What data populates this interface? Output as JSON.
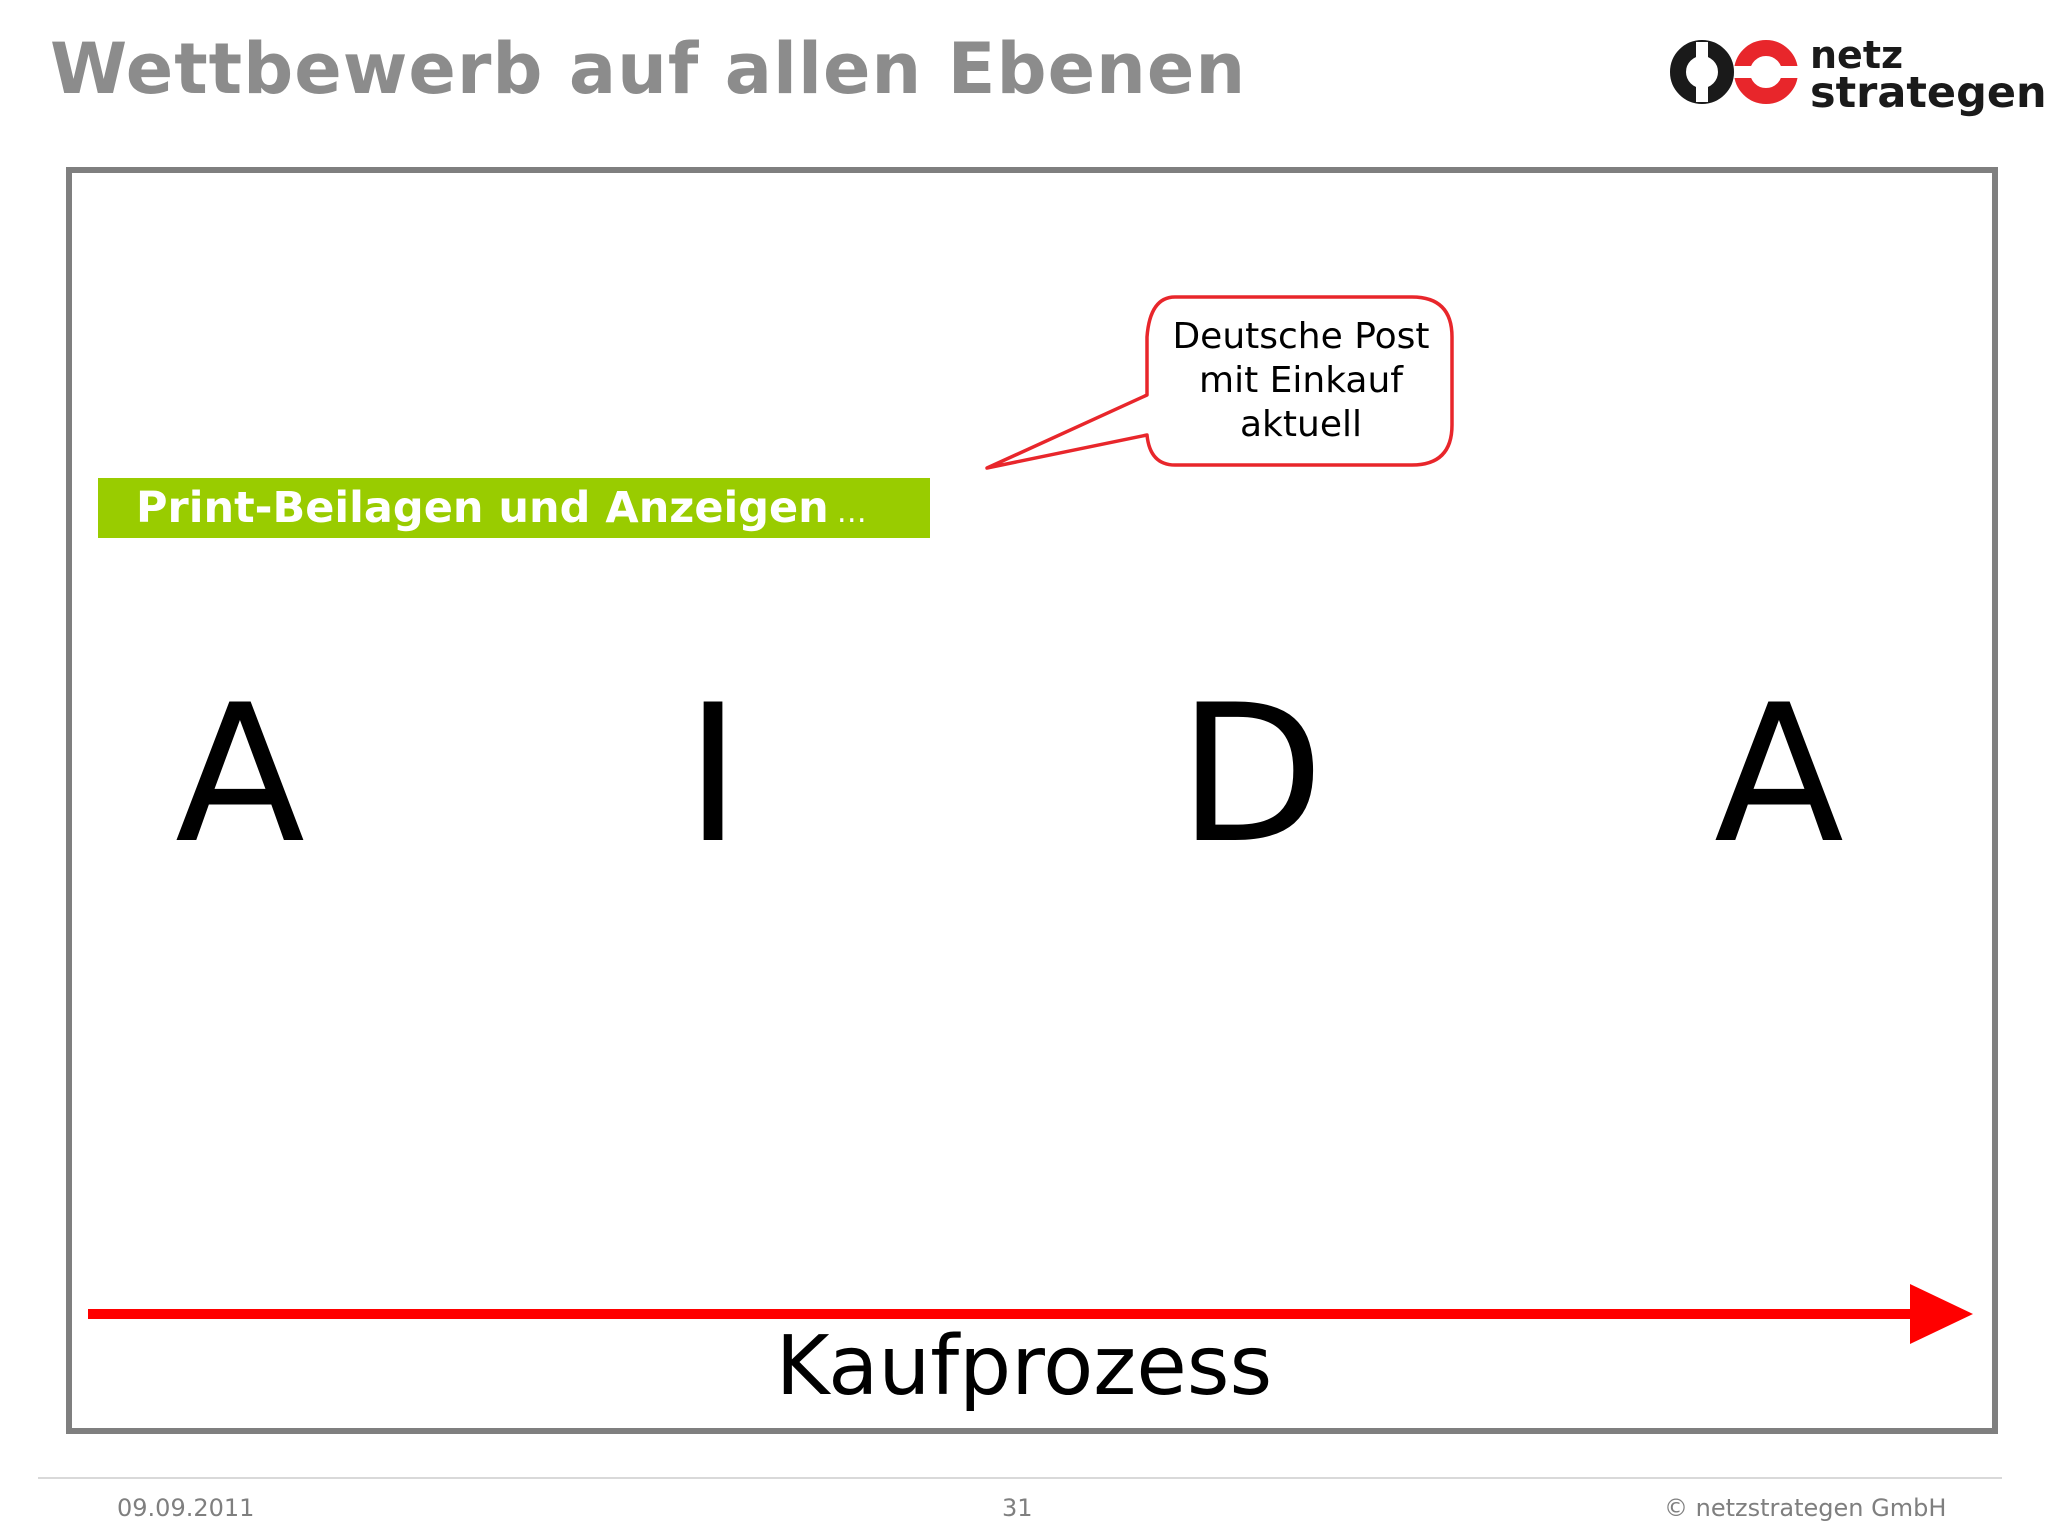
{
  "slide": {
    "title": "Wettbewerb auf allen Ebenen"
  },
  "logo": {
    "line1": "netz",
    "line2": "strategen",
    "icon": "netzstrategen-logo-icon",
    "colors": {
      "dark": "#1a1a1a",
      "accent": "#e8262b"
    }
  },
  "banner": {
    "label": "Print-Beilagen und Anzeigen",
    "suffix": "…",
    "color": "#99cc00"
  },
  "callout": {
    "lines": [
      "Deutsche Post",
      "mit Einkauf",
      "aktuell"
    ],
    "border_color": "#e8262b"
  },
  "aida": [
    "A",
    "I",
    "D",
    "A"
  ],
  "process": {
    "label": "Kaufprozess",
    "arrow_color": "#ff0000"
  },
  "footer": {
    "date": "09.09.2011",
    "page": "31",
    "copyright": "© netzstrategen GmbH"
  }
}
